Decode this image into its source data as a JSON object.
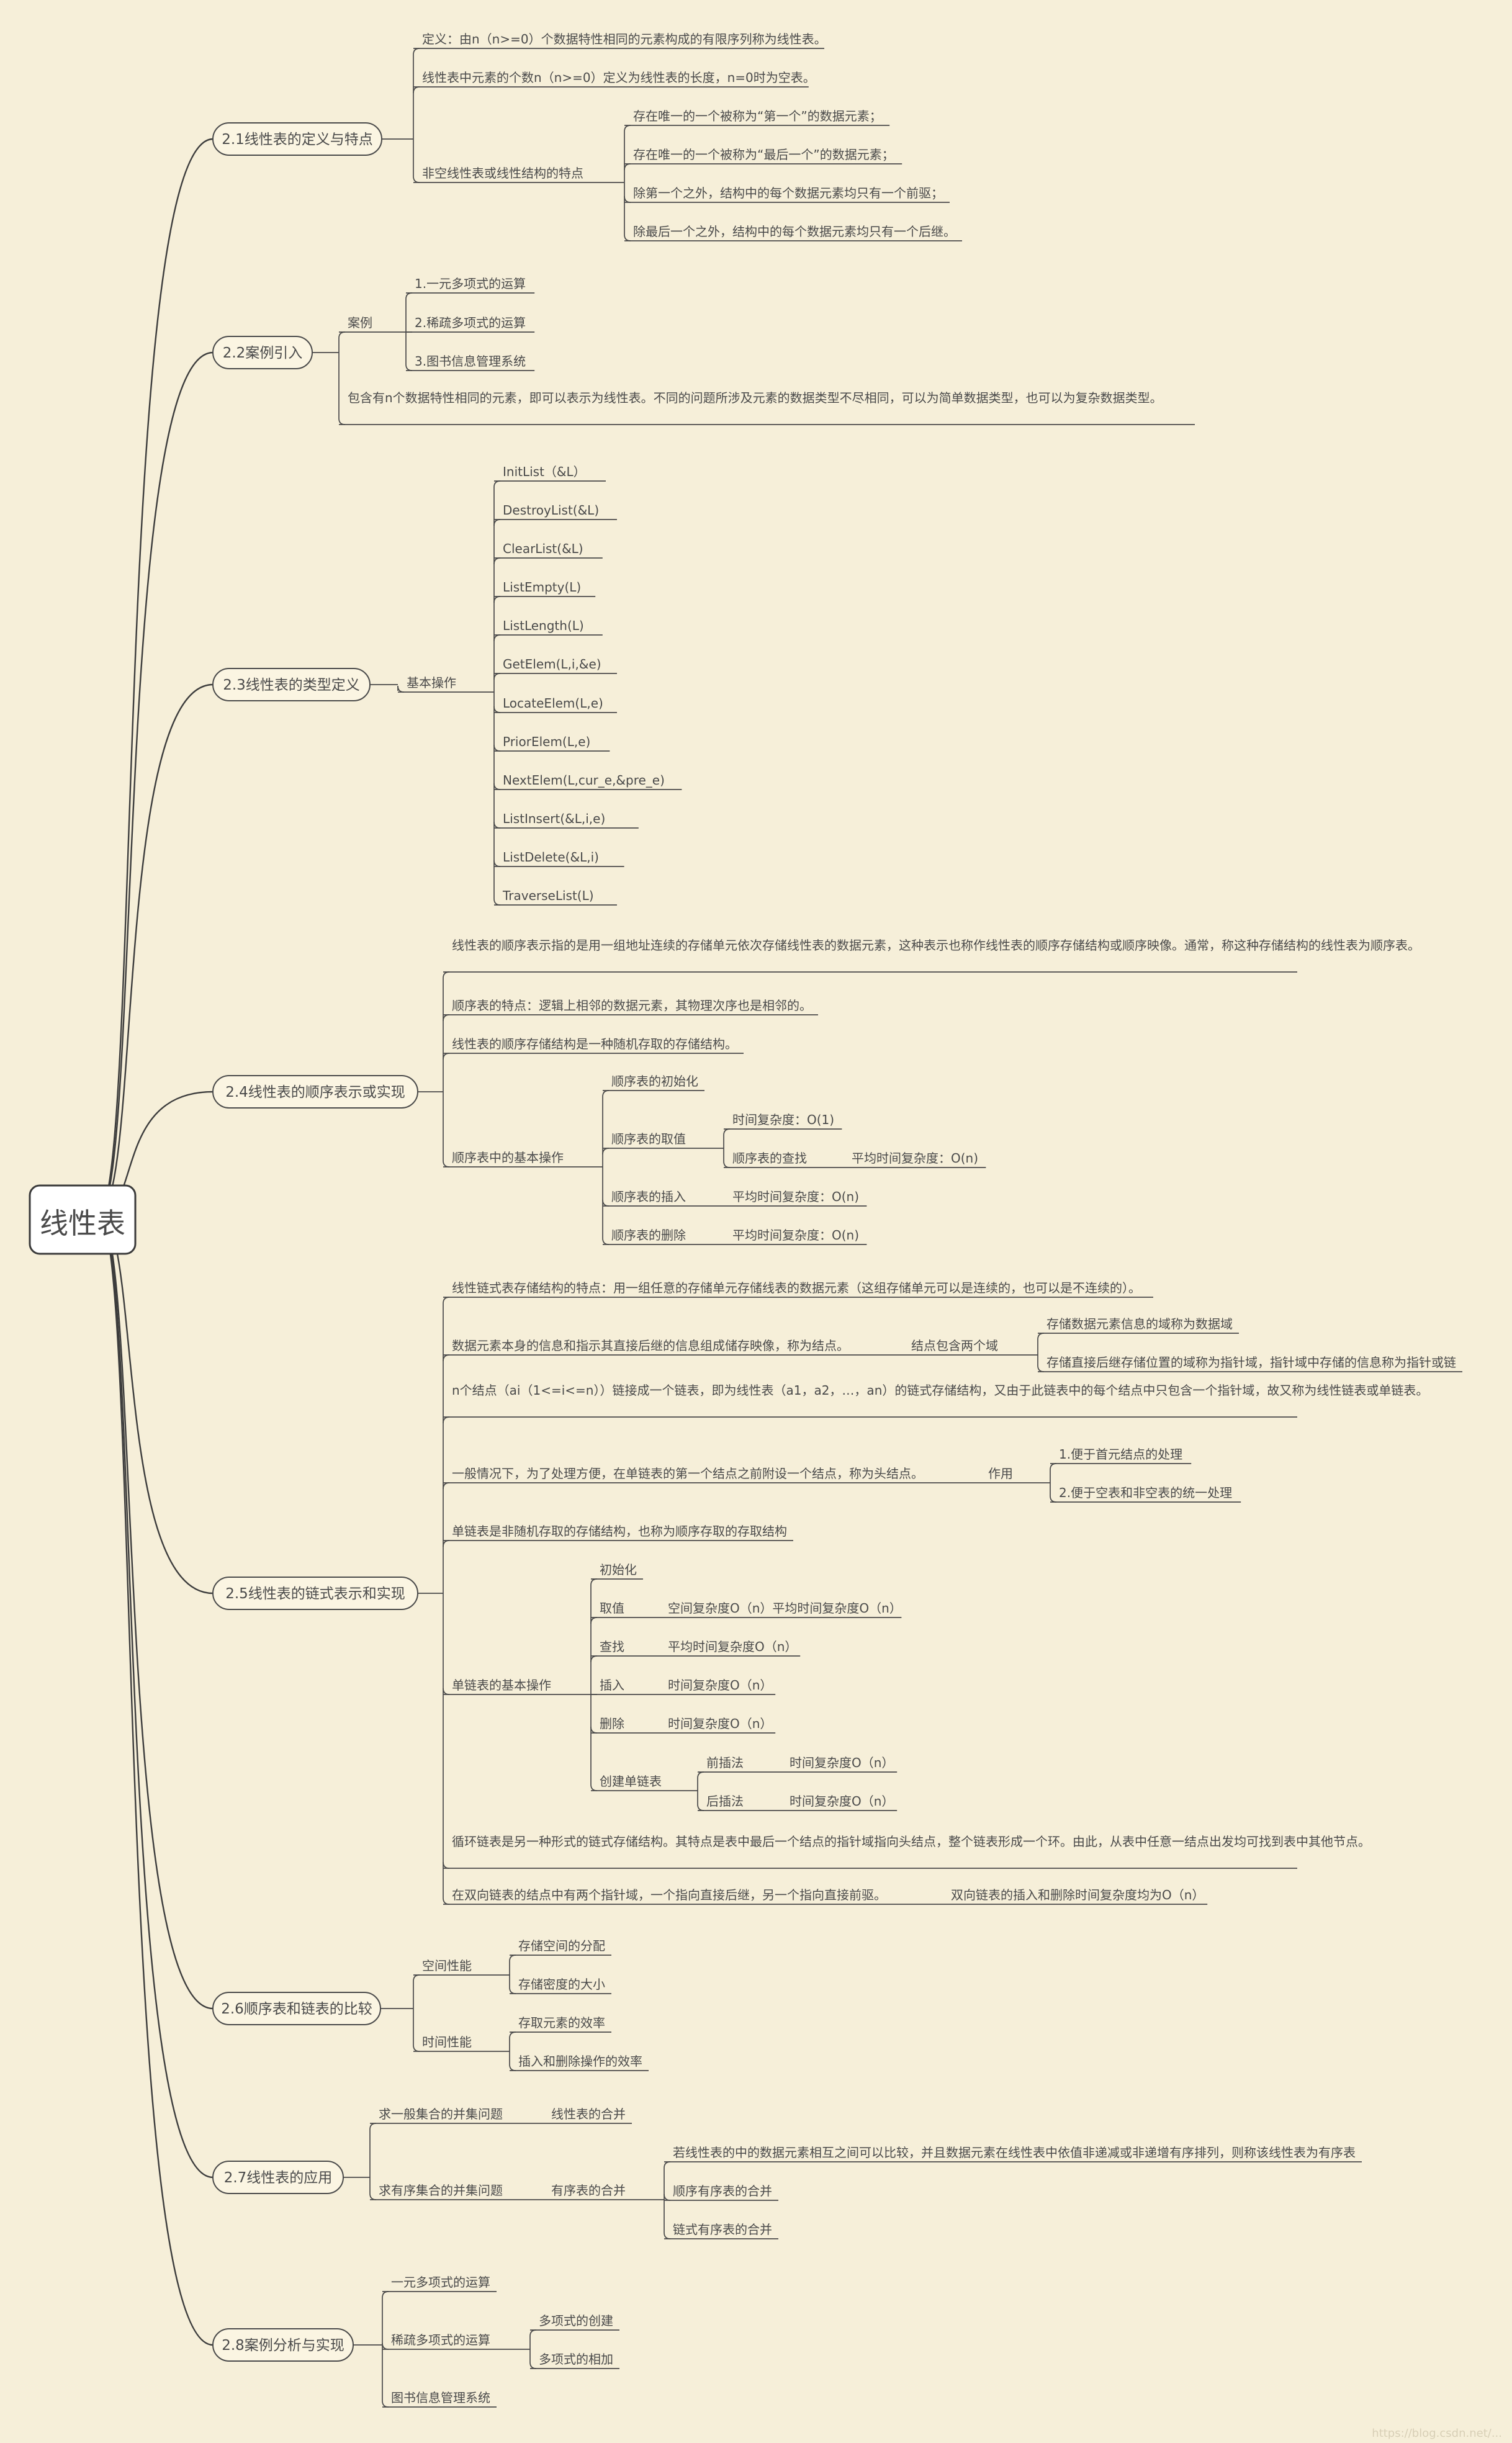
{
  "root": "线性表",
  "watermark": "https://blog.csdn.net/...",
  "sections": [
    {
      "label": "2.1线性表的定义与特点",
      "children": [
        {
          "text": "定义：由n（n>=0）个数据特性相同的元素构成的有限序列称为线性表。"
        },
        {
          "text": "线性表中元素的个数n（n>=0）定义为线性表的长度，n=0时为空表。"
        },
        {
          "text": "非空线性表或线性结构的特点",
          "children": [
            {
              "text": "存在唯一的一个被称为“第一个”的数据元素；"
            },
            {
              "text": "存在唯一的一个被称为“最后一个”的数据元素；"
            },
            {
              "text": "除第一个之外，结构中的每个数据元素均只有一个前驱；"
            },
            {
              "text": "除最后一个之外，结构中的每个数据元素均只有一个后继。"
            }
          ]
        }
      ]
    },
    {
      "label": "2.2案例引入",
      "children": [
        {
          "text": "案例",
          "children": [
            {
              "text": "1.一元多项式的运算"
            },
            {
              "text": "2.稀疏多项式的运算"
            },
            {
              "text": "3.图书信息管理系统"
            }
          ]
        },
        {
          "text": "包含有n个数据特性相同的元素，即可以表示为线性表。不同的问题所涉及元素的数据类型不尽相同，可以为简单数据类型，也可以为复杂数据类型。"
        }
      ]
    },
    {
      "label": "2.3线性表的类型定义",
      "children": [
        {
          "text": "基本操作",
          "children": [
            {
              "text": "InitList（&L）"
            },
            {
              "text": "DestroyList(&L)"
            },
            {
              "text": "ClearList(&L)"
            },
            {
              "text": "ListEmpty(L)"
            },
            {
              "text": "ListLength(L)"
            },
            {
              "text": "GetElem(L,i,&e)"
            },
            {
              "text": "LocateElem(L,e)"
            },
            {
              "text": "PriorElem(L,e)"
            },
            {
              "text": "NextElem(L,cur_e,&pre_e)"
            },
            {
              "text": "ListInsert(&L,i,e)"
            },
            {
              "text": "ListDelete(&L,i)"
            },
            {
              "text": "TraverseList(L)"
            }
          ]
        }
      ]
    },
    {
      "label": "2.4线性表的顺序表示或实现",
      "children": [
        {
          "text": "线性表的顺序表示指的是用一组地址连续的存储单元依次存储线性表的数据元素，这种表示也称作线性表的顺序存储结构或顺序映像。通常，称这种存储结构的线性表为顺序表。"
        },
        {
          "text": "顺序表的特点：逻辑上相邻的数据元素，其物理次序也是相邻的。"
        },
        {
          "text": "线性表的顺序存储结构是一种随机存取的存储结构。"
        },
        {
          "text": "顺序表中的基本操作",
          "children": [
            {
              "text": "顺序表的初始化"
            },
            {
              "text": "顺序表的取值",
              "children": [
                {
                  "text": "时间复杂度：O(1)"
                },
                {
                  "text": "顺序表的查找",
                  "children": [
                    {
                      "text": "平均时间复杂度：O(n)"
                    }
                  ]
                }
              ]
            },
            {
              "text": "顺序表的插入",
              "children": [
                {
                  "text": "平均时间复杂度：O(n)"
                }
              ]
            },
            {
              "text": "顺序表的删除",
              "children": [
                {
                  "text": "平均时间复杂度：O(n)"
                }
              ]
            }
          ]
        }
      ]
    },
    {
      "label": "2.5线性表的链式表示和实现",
      "children": [
        {
          "text": "线性链式表存储结构的特点：用一组任意的存储单元存储线表的数据元素（这组存储单元可以是连续的，也可以是不连续的）。"
        },
        {
          "text": "数据元素本身的信息和指示其直接后继的信息组成储存映像，称为结点。",
          "children": [
            {
              "text": "结点包含两个域",
              "children": [
                {
                  "text": "存储数据元素信息的域称为数据域"
                },
                {
                  "text": "存储直接后继存储位置的域称为指针域，指针域中存储的信息称为指针或链"
                }
              ]
            }
          ]
        },
        {
          "text": "n个结点（ai（1<=i<=n））链接成一个链表，即为线性表（a1，a2，…，an）的链式存储结构，又由于此链表中的每个结点中只包含一个指针域，故又称为线性链表或单链表。"
        },
        {
          "text": "一般情况下，为了处理方便，在单链表的第一个结点之前附设一个结点，称为头结点。",
          "children": [
            {
              "text": "作用",
              "children": [
                {
                  "text": "1.便于首元结点的处理"
                },
                {
                  "text": "2.便于空表和非空表的统一处理"
                }
              ]
            }
          ]
        },
        {
          "text": "单链表是非随机存取的存储结构，也称为顺序存取的存取结构"
        },
        {
          "text": "单链表的基本操作",
          "children": [
            {
              "text": "初始化"
            },
            {
              "text": "取值",
              "children": [
                {
                  "text": "空间复杂度O（n）平均时间复杂度O（n）"
                }
              ]
            },
            {
              "text": "查找",
              "children": [
                {
                  "text": "平均时间复杂度O（n）"
                }
              ]
            },
            {
              "text": "插入",
              "children": [
                {
                  "text": "时间复杂度O（n）"
                }
              ]
            },
            {
              "text": "删除",
              "children": [
                {
                  "text": "时间复杂度O（n）"
                }
              ]
            },
            {
              "text": "创建单链表",
              "children": [
                {
                  "text": "前插法",
                  "children": [
                    {
                      "text": "时间复杂度O（n）"
                    }
                  ]
                },
                {
                  "text": "后插法",
                  "children": [
                    {
                      "text": "时间复杂度O（n）"
                    }
                  ]
                }
              ]
            }
          ]
        },
        {
          "text": "循环链表是另一种形式的链式存储结构。其特点是表中最后一个结点的指针域指向头结点，整个链表形成一个环。由此，从表中任意一结点出发均可找到表中其他节点。"
        },
        {
          "text": "在双向链表的结点中有两个指针域，一个指向直接后继，另一个指向直接前驱。",
          "children": [
            {
              "text": "双向链表的插入和删除时间复杂度均为O（n）"
            }
          ]
        }
      ]
    },
    {
      "label": "2.6顺序表和链表的比较",
      "children": [
        {
          "text": "空间性能",
          "children": [
            {
              "text": "存储空间的分配"
            },
            {
              "text": "存储密度的大小"
            }
          ]
        },
        {
          "text": "时间性能",
          "children": [
            {
              "text": "存取元素的效率"
            },
            {
              "text": "插入和删除操作的效率"
            }
          ]
        }
      ]
    },
    {
      "label": "2.7线性表的应用",
      "children": [
        {
          "text": "求一般集合的并集问题",
          "children": [
            {
              "text": "线性表的合并"
            }
          ]
        },
        {
          "text": "求有序集合的并集问题",
          "children": [
            {
              "text": "有序表的合并",
              "children": [
                {
                  "text": "若线性表的中的数据元素相互之间可以比较，并且数据元素在线性表中依值非递减或非递增有序排列，则称该线性表为有序表"
                },
                {
                  "text": "顺序有序表的合并"
                },
                {
                  "text": "链式有序表的合并"
                }
              ]
            }
          ]
        }
      ]
    },
    {
      "label": "2.8案例分析与实现",
      "children": [
        {
          "text": "一元多项式的运算"
        },
        {
          "text": "稀疏多项式的运算",
          "children": [
            {
              "text": "多项式的创建"
            },
            {
              "text": "多项式的相加"
            }
          ]
        },
        {
          "text": "图书信息管理系统"
        }
      ]
    }
  ]
}
